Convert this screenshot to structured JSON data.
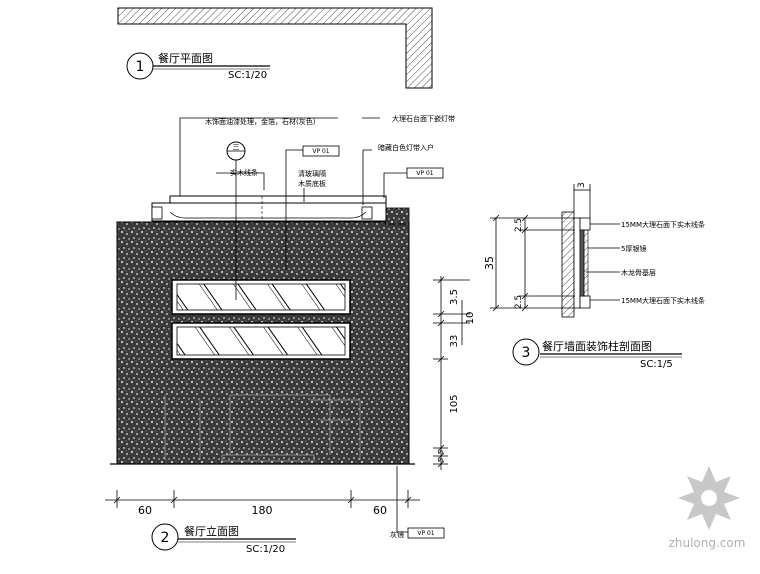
{
  "drawing_1": {
    "number": "1",
    "title": "餐厅平面图",
    "scale": "SC:1/20"
  },
  "drawing_2": {
    "number": "2",
    "title": "餐厅立面图",
    "scale": "SC:1/20"
  },
  "drawing_3": {
    "number": "3",
    "title": "餐厅墙面装饰柱剖面图",
    "scale": "SC:1/5"
  },
  "section_marker": "三",
  "tags": {
    "vp01_a": "VP 01",
    "vp01_b": "VP 01",
    "vp01_c": "VP 01"
  },
  "elevation_notes": {
    "top_left": "木饰面油漆处理，金箔，石材(灰色)",
    "top_right": "大理石台面下嵌灯带",
    "right_2": "暗藏白色灯带入户",
    "mid_1": "实木线条",
    "mid_2a": "清玻璃隔",
    "mid_2b": "木质底板",
    "bottom": "灰镜"
  },
  "section_notes": {
    "n1": "15MM大理石面下实木线条",
    "n2": "5厚银镜",
    "n3": "木龙骨基层",
    "n4": "15MM大理石面下实木线条"
  },
  "dimensions": {
    "bottom": [
      "60",
      "180",
      "60"
    ],
    "right": [
      "3.5",
      "10",
      "33",
      "105",
      "5",
      "5"
    ],
    "section": [
      "3",
      "2.5",
      "35",
      "2.5"
    ]
  },
  "watermark": "zhulong.com",
  "colors": {
    "ink": "#000000",
    "watermark": "#b0b0b0"
  }
}
